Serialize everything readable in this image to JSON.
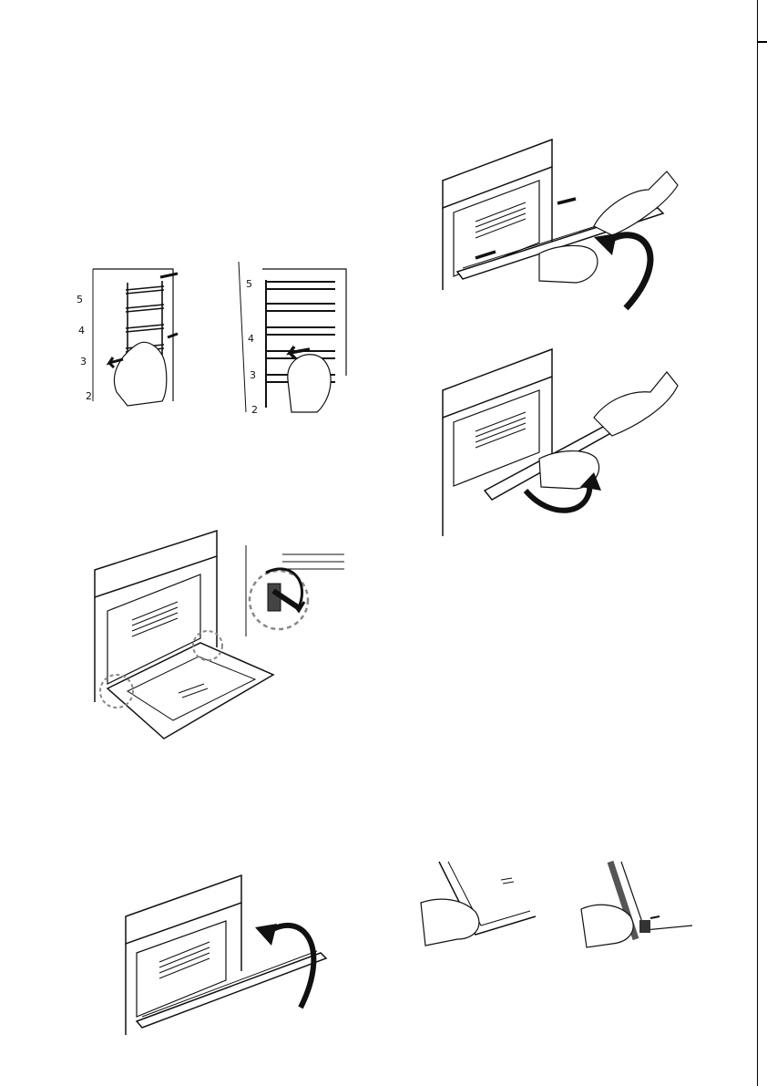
{
  "page": {
    "background": "#ffffff",
    "ink": "#111111"
  },
  "figures": {
    "rack_removal": {
      "left_panel": {
        "shelf_numbers": [
          "5",
          "4",
          "3",
          "2"
        ]
      },
      "right_panel": {
        "shelf_numbers": [
          "5",
          "4",
          "3",
          "2"
        ]
      }
    },
    "door_hinges": {
      "callouts": 2
    },
    "door_lift": {
      "icons": [
        "curved-arrow-icon"
      ]
    },
    "door_removal_top": {
      "icons": [
        "arrow-right-icon",
        "arrow-right-icon",
        "curved-arrow-icon"
      ]
    },
    "door_removal_bottom": {
      "icons": [
        "curved-arrow-icon"
      ]
    },
    "glass_panel_left": {},
    "glass_panel_right": {}
  }
}
